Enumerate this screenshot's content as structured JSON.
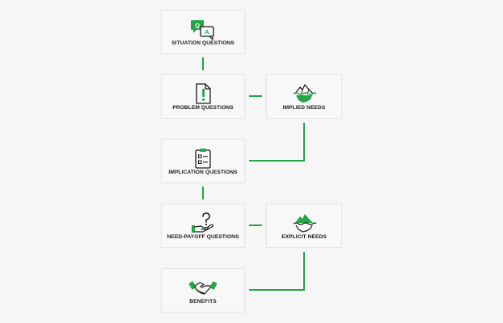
{
  "colors": {
    "accent": "#23a548",
    "ink": "#1a1a1a",
    "background": "#f6f6f6",
    "card": "#f8f8f8"
  },
  "nodes": {
    "situation": {
      "label": "SITUATION QUESTIONS",
      "icon": "chat-qa-icon"
    },
    "problem": {
      "label": "PROBLEM QUESTIONS",
      "icon": "alert-document-icon"
    },
    "implied": {
      "label": "IMPLIED NEEDS",
      "icon": "iceberg-outline-icon"
    },
    "implication": {
      "label": "IMPLICATION QUESTIONS",
      "icon": "clipboard-checklist-icon"
    },
    "payoff": {
      "label": "NEED-PAYOFF QUESTIONS",
      "icon": "hand-question-icon"
    },
    "explicit": {
      "label": "EXPLICIT NEEDS",
      "icon": "iceberg-filled-icon"
    },
    "benefits": {
      "label": "BENEFITS",
      "icon": "handshake-icon"
    }
  }
}
